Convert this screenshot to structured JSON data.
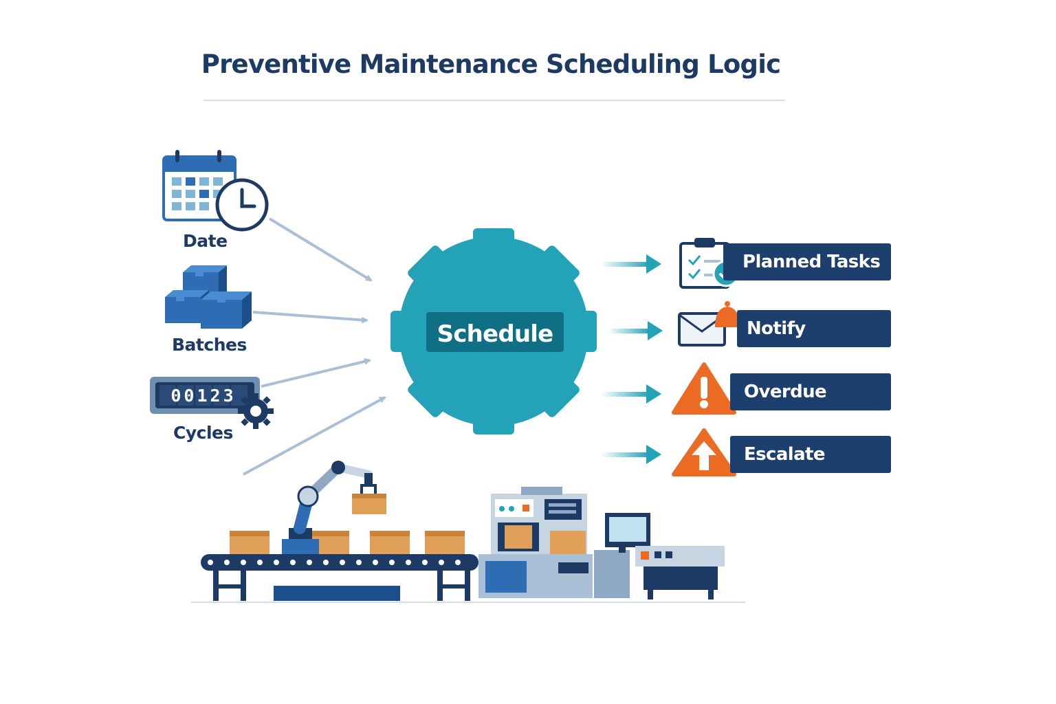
{
  "title": "Preventive Maintenance Scheduling Logic",
  "inputs": [
    {
      "label": "Date",
      "icon": "calendar-clock-icon"
    },
    {
      "label": "Batches",
      "icon": "boxes-icon"
    },
    {
      "label": "Cycles",
      "icon": "cycle-counter-icon",
      "counter": "00123"
    }
  ],
  "engine": {
    "label": "Schedule",
    "icon": "gear-icon"
  },
  "outputs": [
    {
      "label": "Planned Tasks",
      "icon": "checklist-clipboard-icon"
    },
    {
      "label": "Notify",
      "icon": "envelope-bell-icon"
    },
    {
      "label": "Overdue",
      "icon": "warning-triangle-icon"
    },
    {
      "label": "Escalate",
      "icon": "escalate-triangle-icon"
    }
  ],
  "colors": {
    "navy": "#1c3a63",
    "box_navy": "#1c3f6e",
    "teal": "#23a2b8",
    "teal_dark": "#0f6f85",
    "orange": "#ec6b24",
    "arrow_light": "#a8bfd6",
    "blue": "#2e6db3"
  }
}
